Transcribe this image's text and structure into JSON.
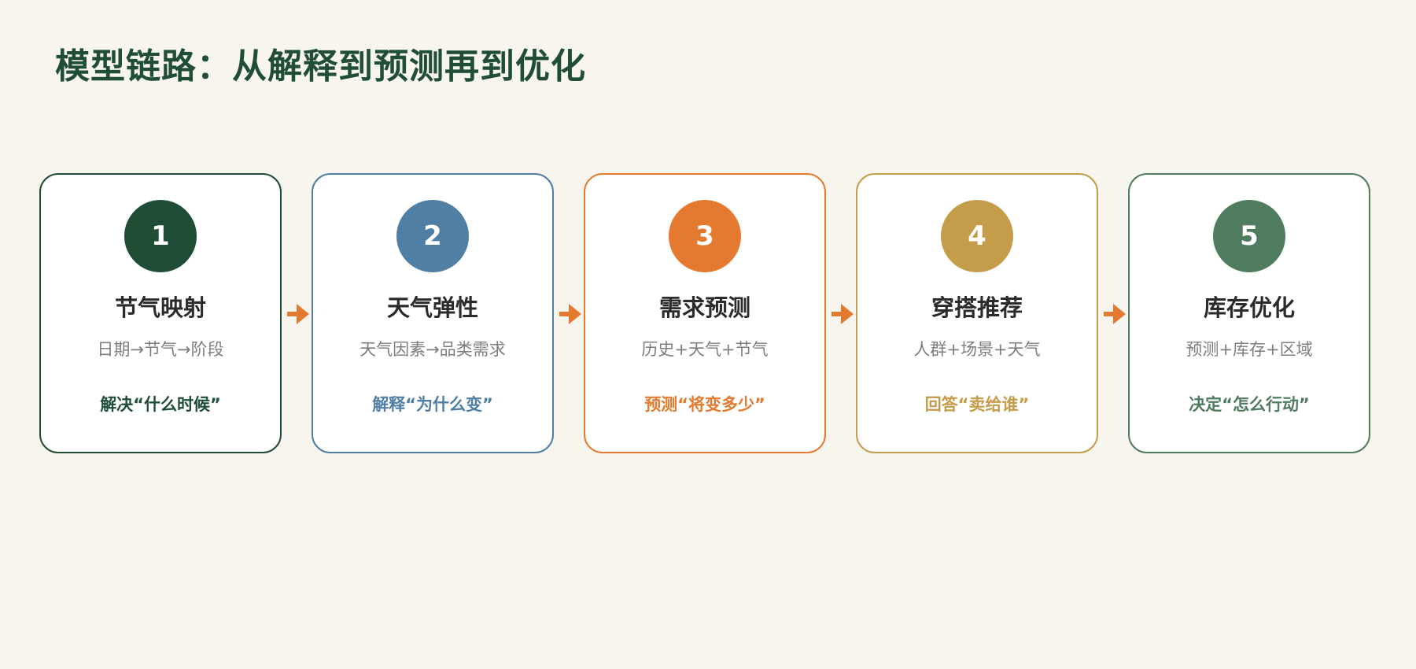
{
  "title": "模型链路：从解释到预测再到优化",
  "colors": {
    "background": "#f8f5ef",
    "title": "#1f4d36",
    "arrow": "#e37a2f",
    "subtitle": "#7d7d7d"
  },
  "steps": [
    {
      "number": "1",
      "title": "节气映射",
      "subtitle": "日期→节气→阶段",
      "purpose": "解决“什么时候”",
      "accent": "#1f4d36"
    },
    {
      "number": "2",
      "title": "天气弹性",
      "subtitle": "天气因素→品类需求",
      "purpose": "解释“为什么变”",
      "accent": "#4f7fa5"
    },
    {
      "number": "3",
      "title": "需求预测",
      "subtitle": "历史+天气+节气",
      "purpose": "预测“将变多少”",
      "accent": "#e37a2f"
    },
    {
      "number": "4",
      "title": "穿搭推荐",
      "subtitle": "人群+场景+天气",
      "purpose": "回答“卖给谁”",
      "accent": "#c49c4a"
    },
    {
      "number": "5",
      "title": "库存优化",
      "subtitle": "预测+库存+区域",
      "purpose": "决定“怎么行动”",
      "accent": "#4f7b5e"
    }
  ]
}
